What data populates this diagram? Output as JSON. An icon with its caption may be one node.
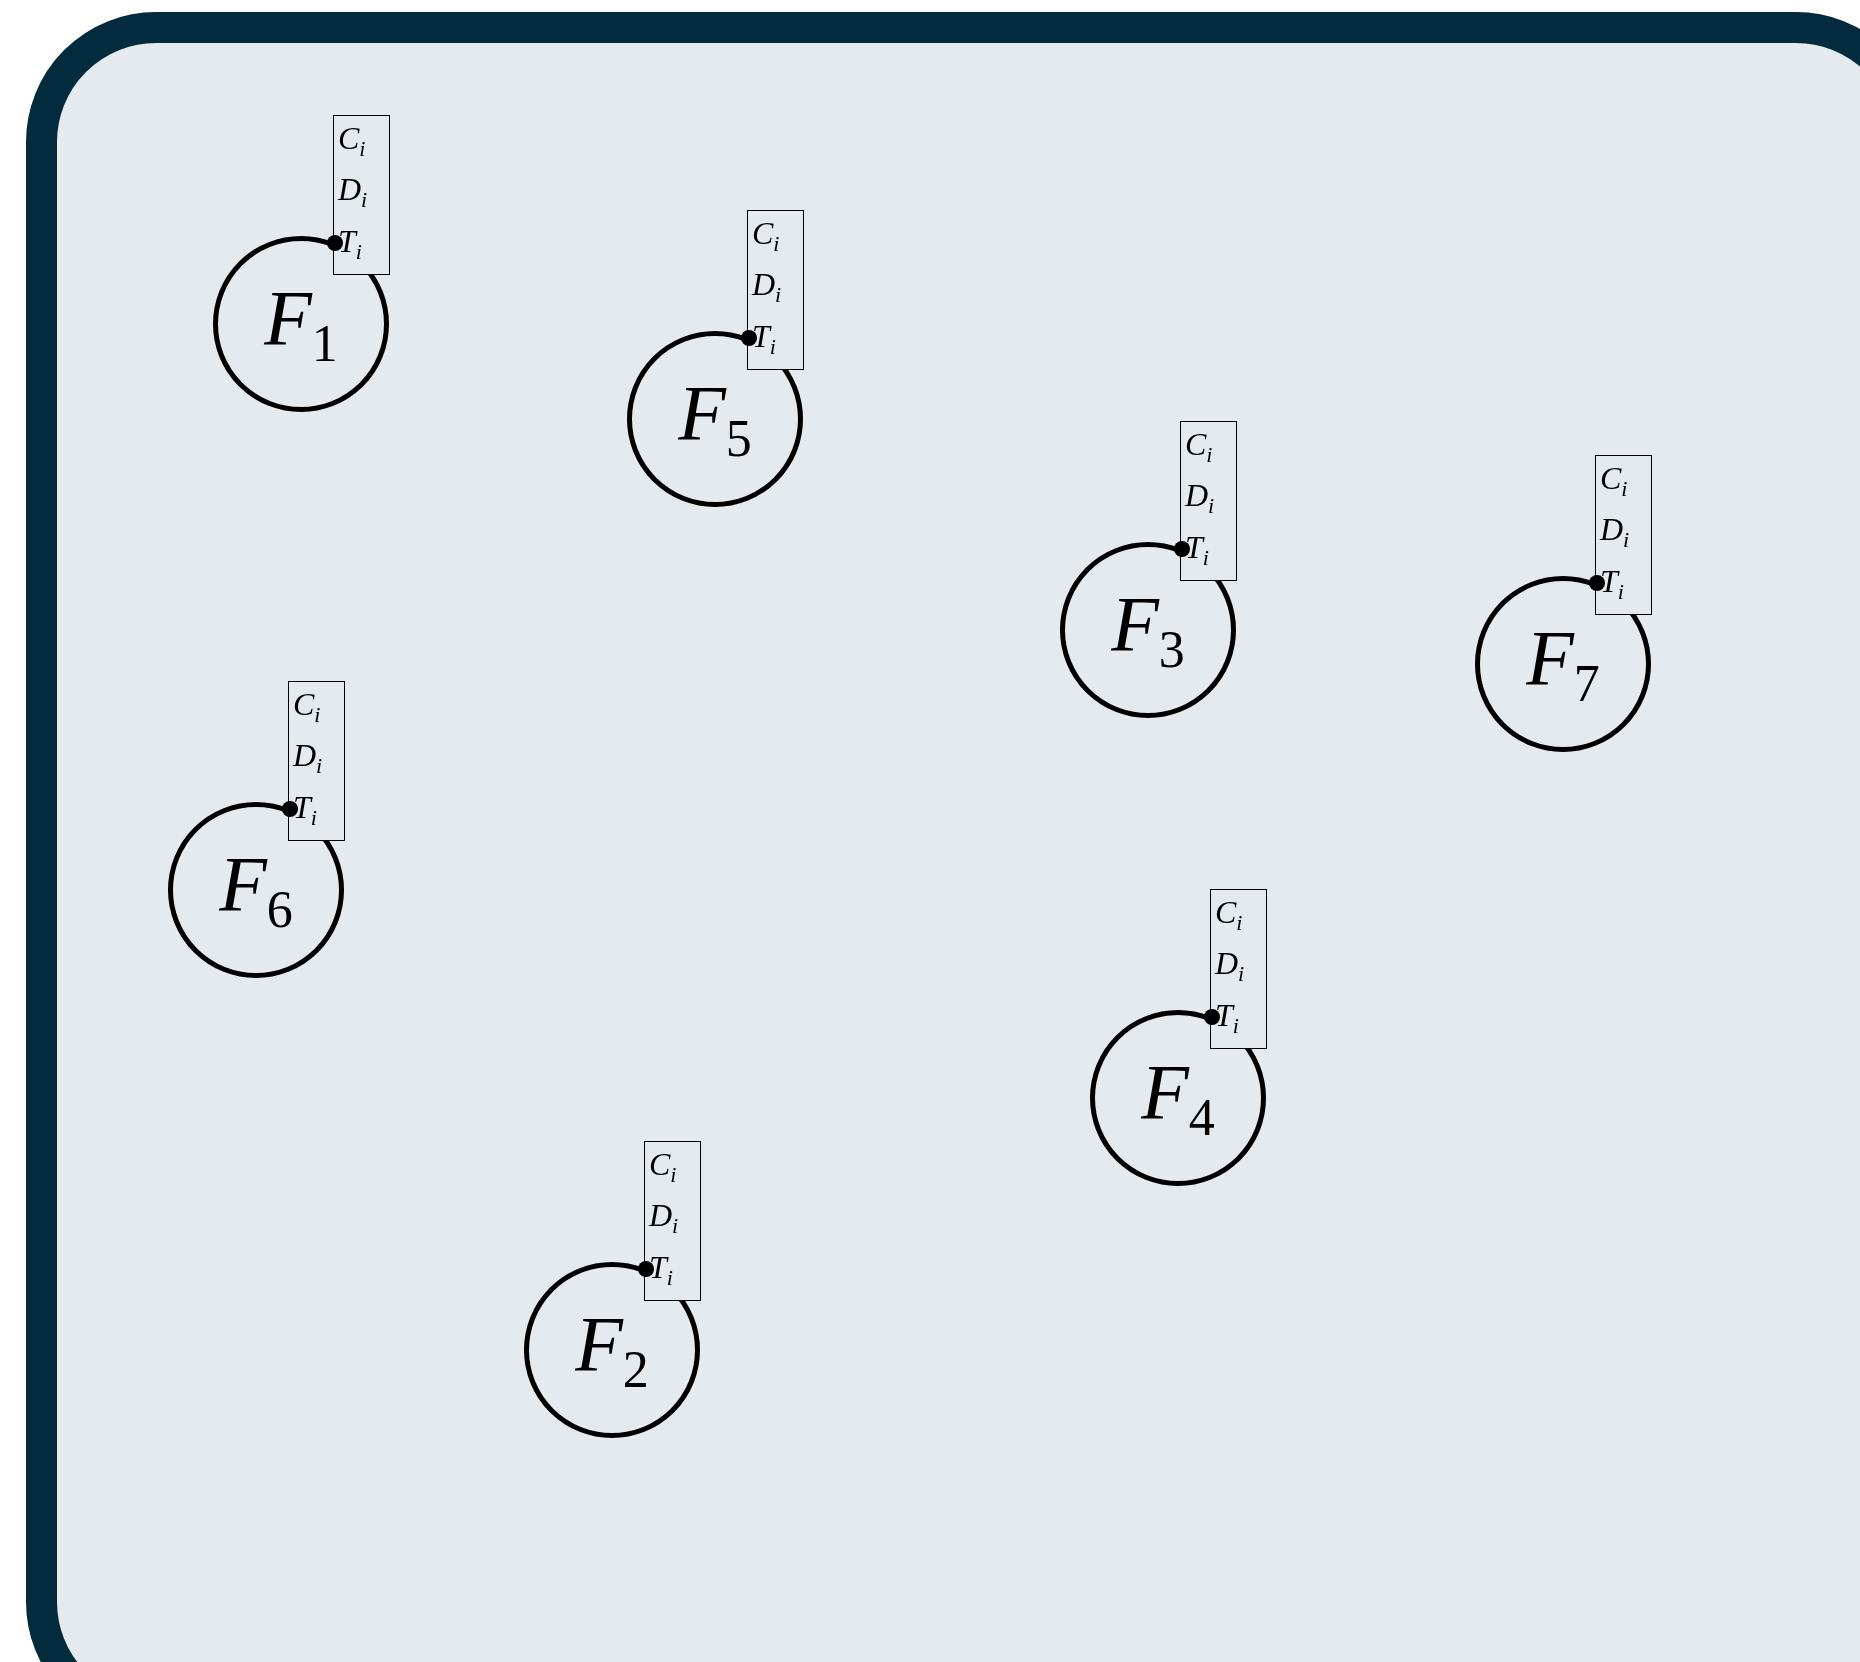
{
  "diagram": {
    "nodes": [
      {
        "text": [],
        "shape": "box"
      },
      {
        "text": [
          "F$_{1}$"
        ],
        "in": 0
      },
      {
        "text": [
          "C$_{i}$ D$_{i}$ T$_{i}$"
        ],
        "in": 0
      },
      {
        "text": [
          "F$_{5}$"
        ],
        "in": 0
      },
      {
        "text": [
          "C$_{i}$ D$_{i}$ T$_{i}$"
        ],
        "in": 0
      },
      {
        "text": [
          "F$_{3}$"
        ],
        "in": 0
      },
      {
        "text": [
          "C$_{i}$ D$_{i}$ T$_{i}$"
        ],
        "in": 0
      },
      {
        "text": [
          "F$_{7}$"
        ],
        "in": 0
      },
      {
        "text": [
          "C$_{i}$ D$_{i}$ T$_{i}$"
        ],
        "in": 0
      },
      {
        "text": [
          "F$_{6}$"
        ],
        "in": 0
      },
      {
        "text": [
          "C$_{i}$ D$_{i}$ T$_{i}$"
        ],
        "in": 0
      },
      {
        "text": [
          "F$_{4}$"
        ],
        "in": 0
      },
      {
        "text": [
          "C$_{i}$ D$_{i}$ T$_{i}$"
        ],
        "in": 0
      },
      {
        "text": [
          "F$_{2}$"
        ],
        "in": 0
      },
      {
        "text": [
          "C$_{i}$ D$_{i}$ T$_{i}$"
        ],
        "in": 0
      }
    ],
    "edges": []
  }
}
